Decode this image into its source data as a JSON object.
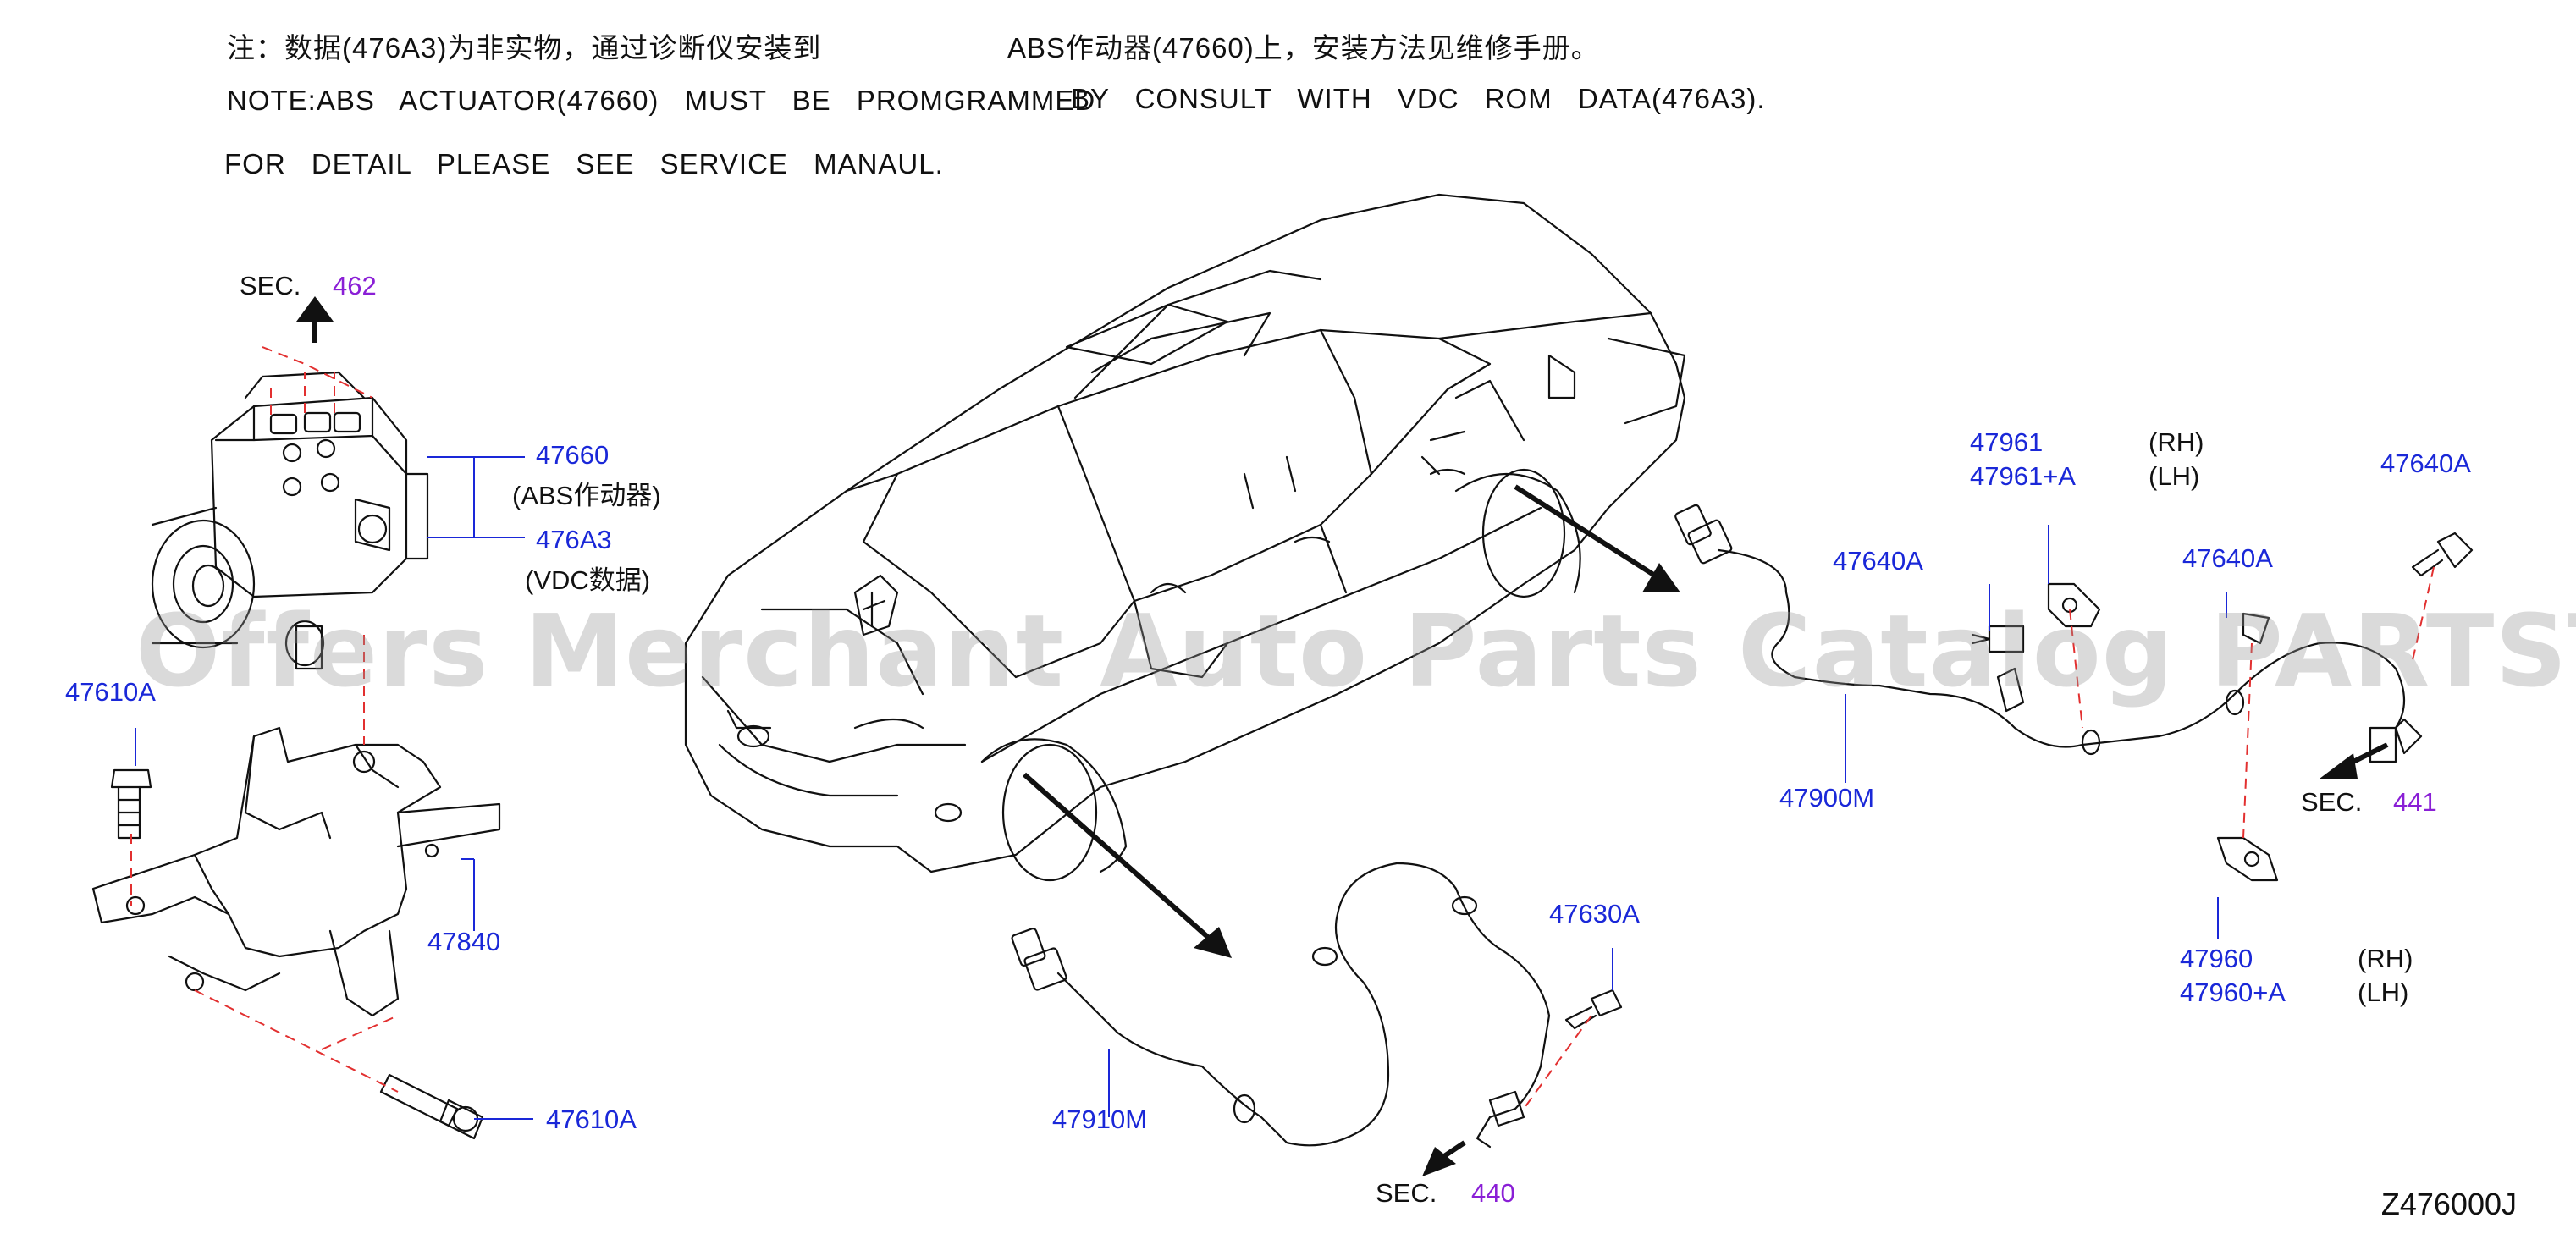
{
  "notes": {
    "cn_part1": "注：数据(476A3)为非实物，通过诊断仪安装到",
    "cn_part2": "ABS作动器(47660)上，安装方法见维修手册。",
    "en_line1a": "NOTE:ABS ACTUATOR(47660) MUST BE PROMGRAMMED",
    "en_line1b": "BY CONSULT WITH VDC ROM DATA(476A3).",
    "en_line2": "FOR DETAIL PLEASE SEE SERVICE MANAUL."
  },
  "sections": {
    "sec_word": "SEC.",
    "s462": "462",
    "s441": "441",
    "s440": "440"
  },
  "parts": {
    "p47660": "47660",
    "p47660_desc": "(ABS作动器)",
    "p476A3": "476A3",
    "p476A3_desc": "(VDC数据)",
    "p47610A_top": "47610A",
    "p47610A_bottom": "47610A",
    "p47840": "47840",
    "p47961": "47961",
    "p47961A": "47961+A",
    "rh1": "(RH)",
    "lh1": "(LH)",
    "p47640A_a": "47640A",
    "p47640A_b": "47640A",
    "p47640A_c": "47640A",
    "p47900M": "47900M",
    "p47960": "47960",
    "p47960A": "47960+A",
    "rh2": "(RH)",
    "lh2": "(LH)",
    "p47630A": "47630A",
    "p47910M": "47910M"
  },
  "watermark": "Offers Merchant Auto Parts Catalog PARTSTORE.SA",
  "diagram_code": "Z476000J",
  "colors": {
    "part_number": "#1a28d8",
    "section_ref": "#8a1fd6",
    "leader_dash": "#e23030",
    "line": "#111111"
  }
}
